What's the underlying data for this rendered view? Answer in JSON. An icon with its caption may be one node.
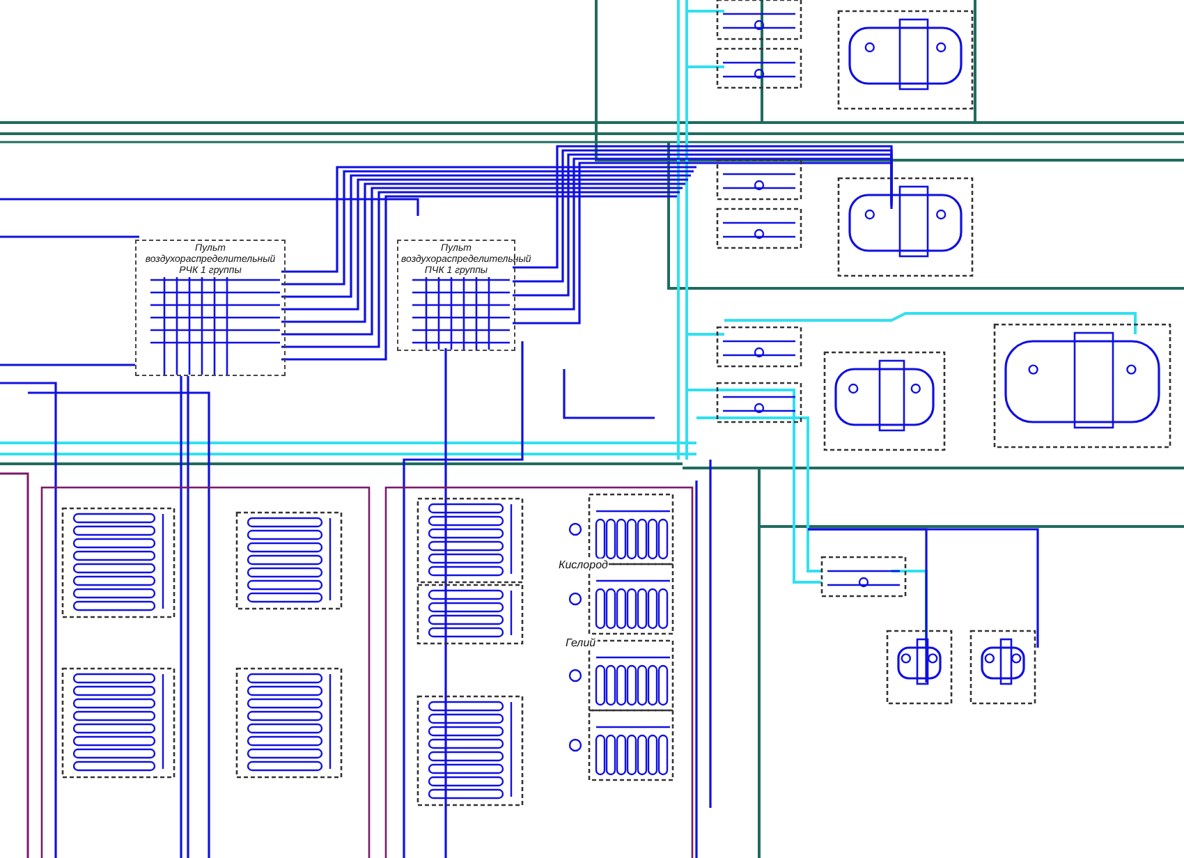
{
  "diagram": {
    "nodes": [
      {
        "text": [
          "Пульт воздухораспределительный РЧК 1 группы"
        ]
      },
      {
        "text": [
          "Пульт воздухораспределительный ПЧК 1 группы"
        ]
      }
    ],
    "labels": [
      "Кислород",
      "Гелий"
    ]
  }
}
